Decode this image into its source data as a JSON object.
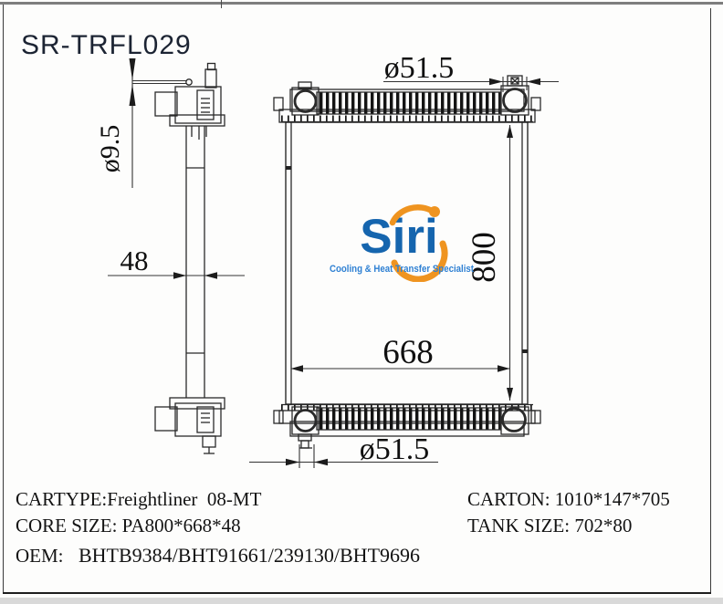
{
  "page": {
    "part_number": "SR-TRFL029"
  },
  "logo": {
    "name": "Siri",
    "tagline": "Cooling & Heat Transfer Specialist",
    "name_color": "#1565ae",
    "swoosh_color": "#ef9420",
    "tagline_color": "#2e80d3"
  },
  "drawing": {
    "dim_top_pipe": "ø51.5",
    "dim_core_height": "800",
    "dim_core_width": "668",
    "dim_bottom_pipe": "ø51.5",
    "dim_side_thickness": "48",
    "dim_small_pipe": "ø9.5"
  },
  "specs": {
    "cartype_label": "CARTYPE:",
    "cartype_value": "Freightliner  08-MT",
    "core_size_label": "CORE SIZE:",
    "core_size_value": " PA800*668*48",
    "oem_label": "OEM:",
    "oem_value": "   BHTB9384/BHT91661/239130/BHT9696",
    "carton_label": "CARTON:",
    "carton_value": " 1010*147*705",
    "tank_size_label": "TANK SIZE:",
    "tank_size_value": " 702*80"
  }
}
